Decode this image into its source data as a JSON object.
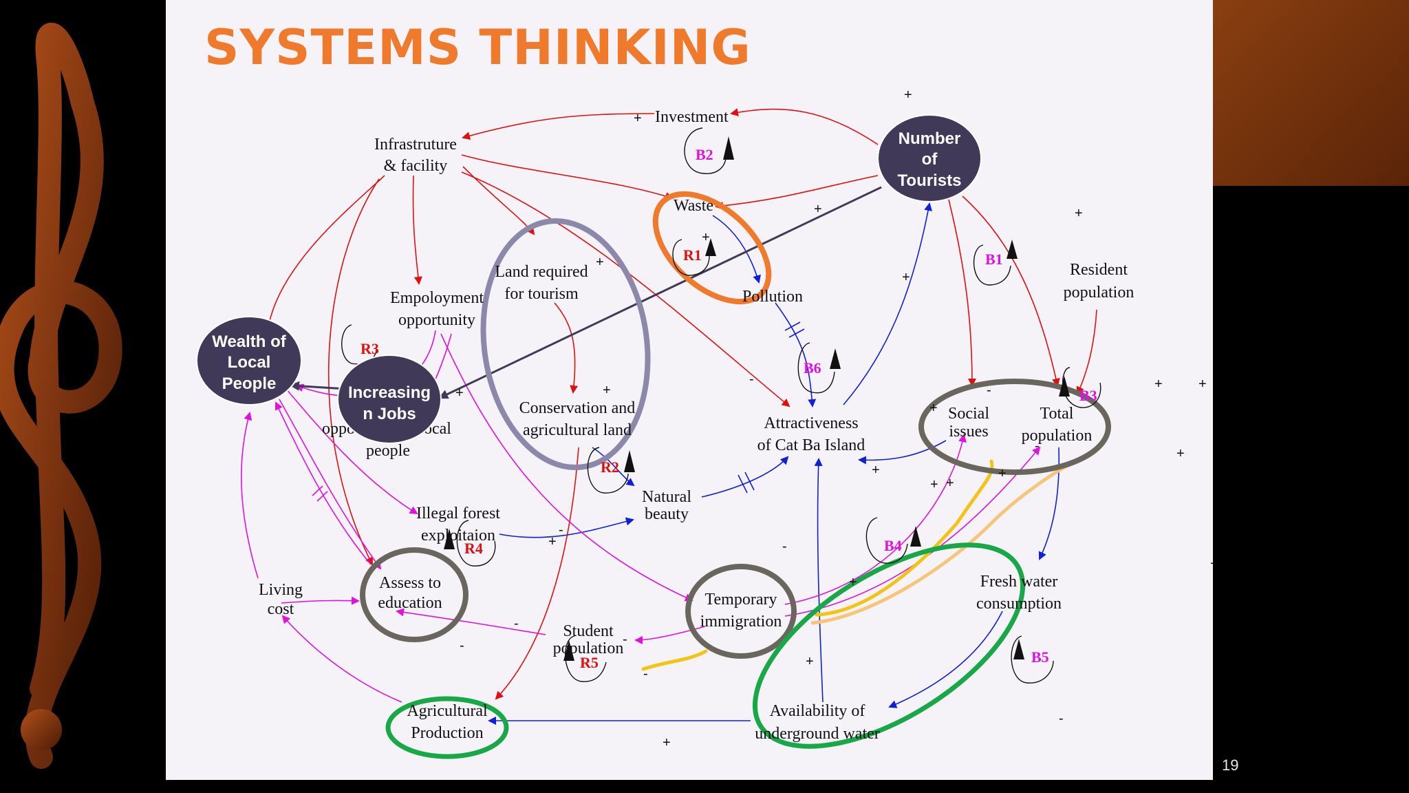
{
  "title": "SYSTEMS THINKING",
  "slide_number": "19",
  "colors": {
    "title": "#f07a2c",
    "node_fill": "#403a58",
    "link_red": "#e01010",
    "link_blue": "#1020d8",
    "link_magenta": "#e010e0",
    "loop_R": "#e01010",
    "loop_B": "#e010e0",
    "ring_orange": "#f07a2c",
    "ring_purple": "#8c88aa",
    "ring_gray": "#6a665e",
    "ring_green": "#18a848",
    "highlight_yellow": "#f2c418",
    "highlight_peach": "#f5c67a"
  },
  "nodes": {
    "number_of_tourists": [
      "Number",
      "of",
      "Tourists"
    ],
    "wealth": [
      "Wealth of",
      "Local",
      "People"
    ],
    "increasing_jobs": [
      "Increasing",
      "n Jobs"
    ]
  },
  "labels": {
    "investment": [
      "Investment"
    ],
    "infrastructure": [
      "Infrastruture",
      "& facility"
    ],
    "waste": [
      "Waste"
    ],
    "pollution": [
      "Pollution"
    ],
    "land_required": [
      "Land required",
      "for tourism"
    ],
    "employment": [
      "Empoloyment",
      "opportunity"
    ],
    "resident_population": [
      "Resident",
      "population"
    ],
    "conservation": [
      "Conservation and",
      "agricultural land"
    ],
    "attractiveness": [
      "Attractiveness",
      "of Cat Ba Island"
    ],
    "social_issues": [
      "Social",
      "issues"
    ],
    "total_population": [
      "Total",
      "population"
    ],
    "local_people": [
      "oppo",
      "ocal",
      "people"
    ],
    "natural_beauty": [
      "Natural",
      "beauty"
    ],
    "illegal_forest": [
      "Illegal forest",
      "exploitaion"
    ],
    "living_cost": [
      "Living",
      "cost"
    ],
    "education": [
      "Assess to",
      "education"
    ],
    "temporary_immigration": [
      "Temporary",
      "immigration"
    ],
    "student_population": [
      "Student",
      "population"
    ],
    "fresh_water": [
      "Fresh water",
      "consumption"
    ],
    "agricultural_production": [
      "Agricultural",
      "Production"
    ],
    "underground_water": [
      "Availability of",
      "underground water"
    ]
  },
  "loops": {
    "b2": "B2",
    "r1": "R1",
    "b1": "B1",
    "r3": "R3",
    "b6": "B6",
    "b3": "B3",
    "r2": "R2",
    "r4": "R4",
    "b4": "B4",
    "r5": "R5",
    "b5": "B5"
  },
  "signs": {
    "plus": "+",
    "minus": "-"
  }
}
